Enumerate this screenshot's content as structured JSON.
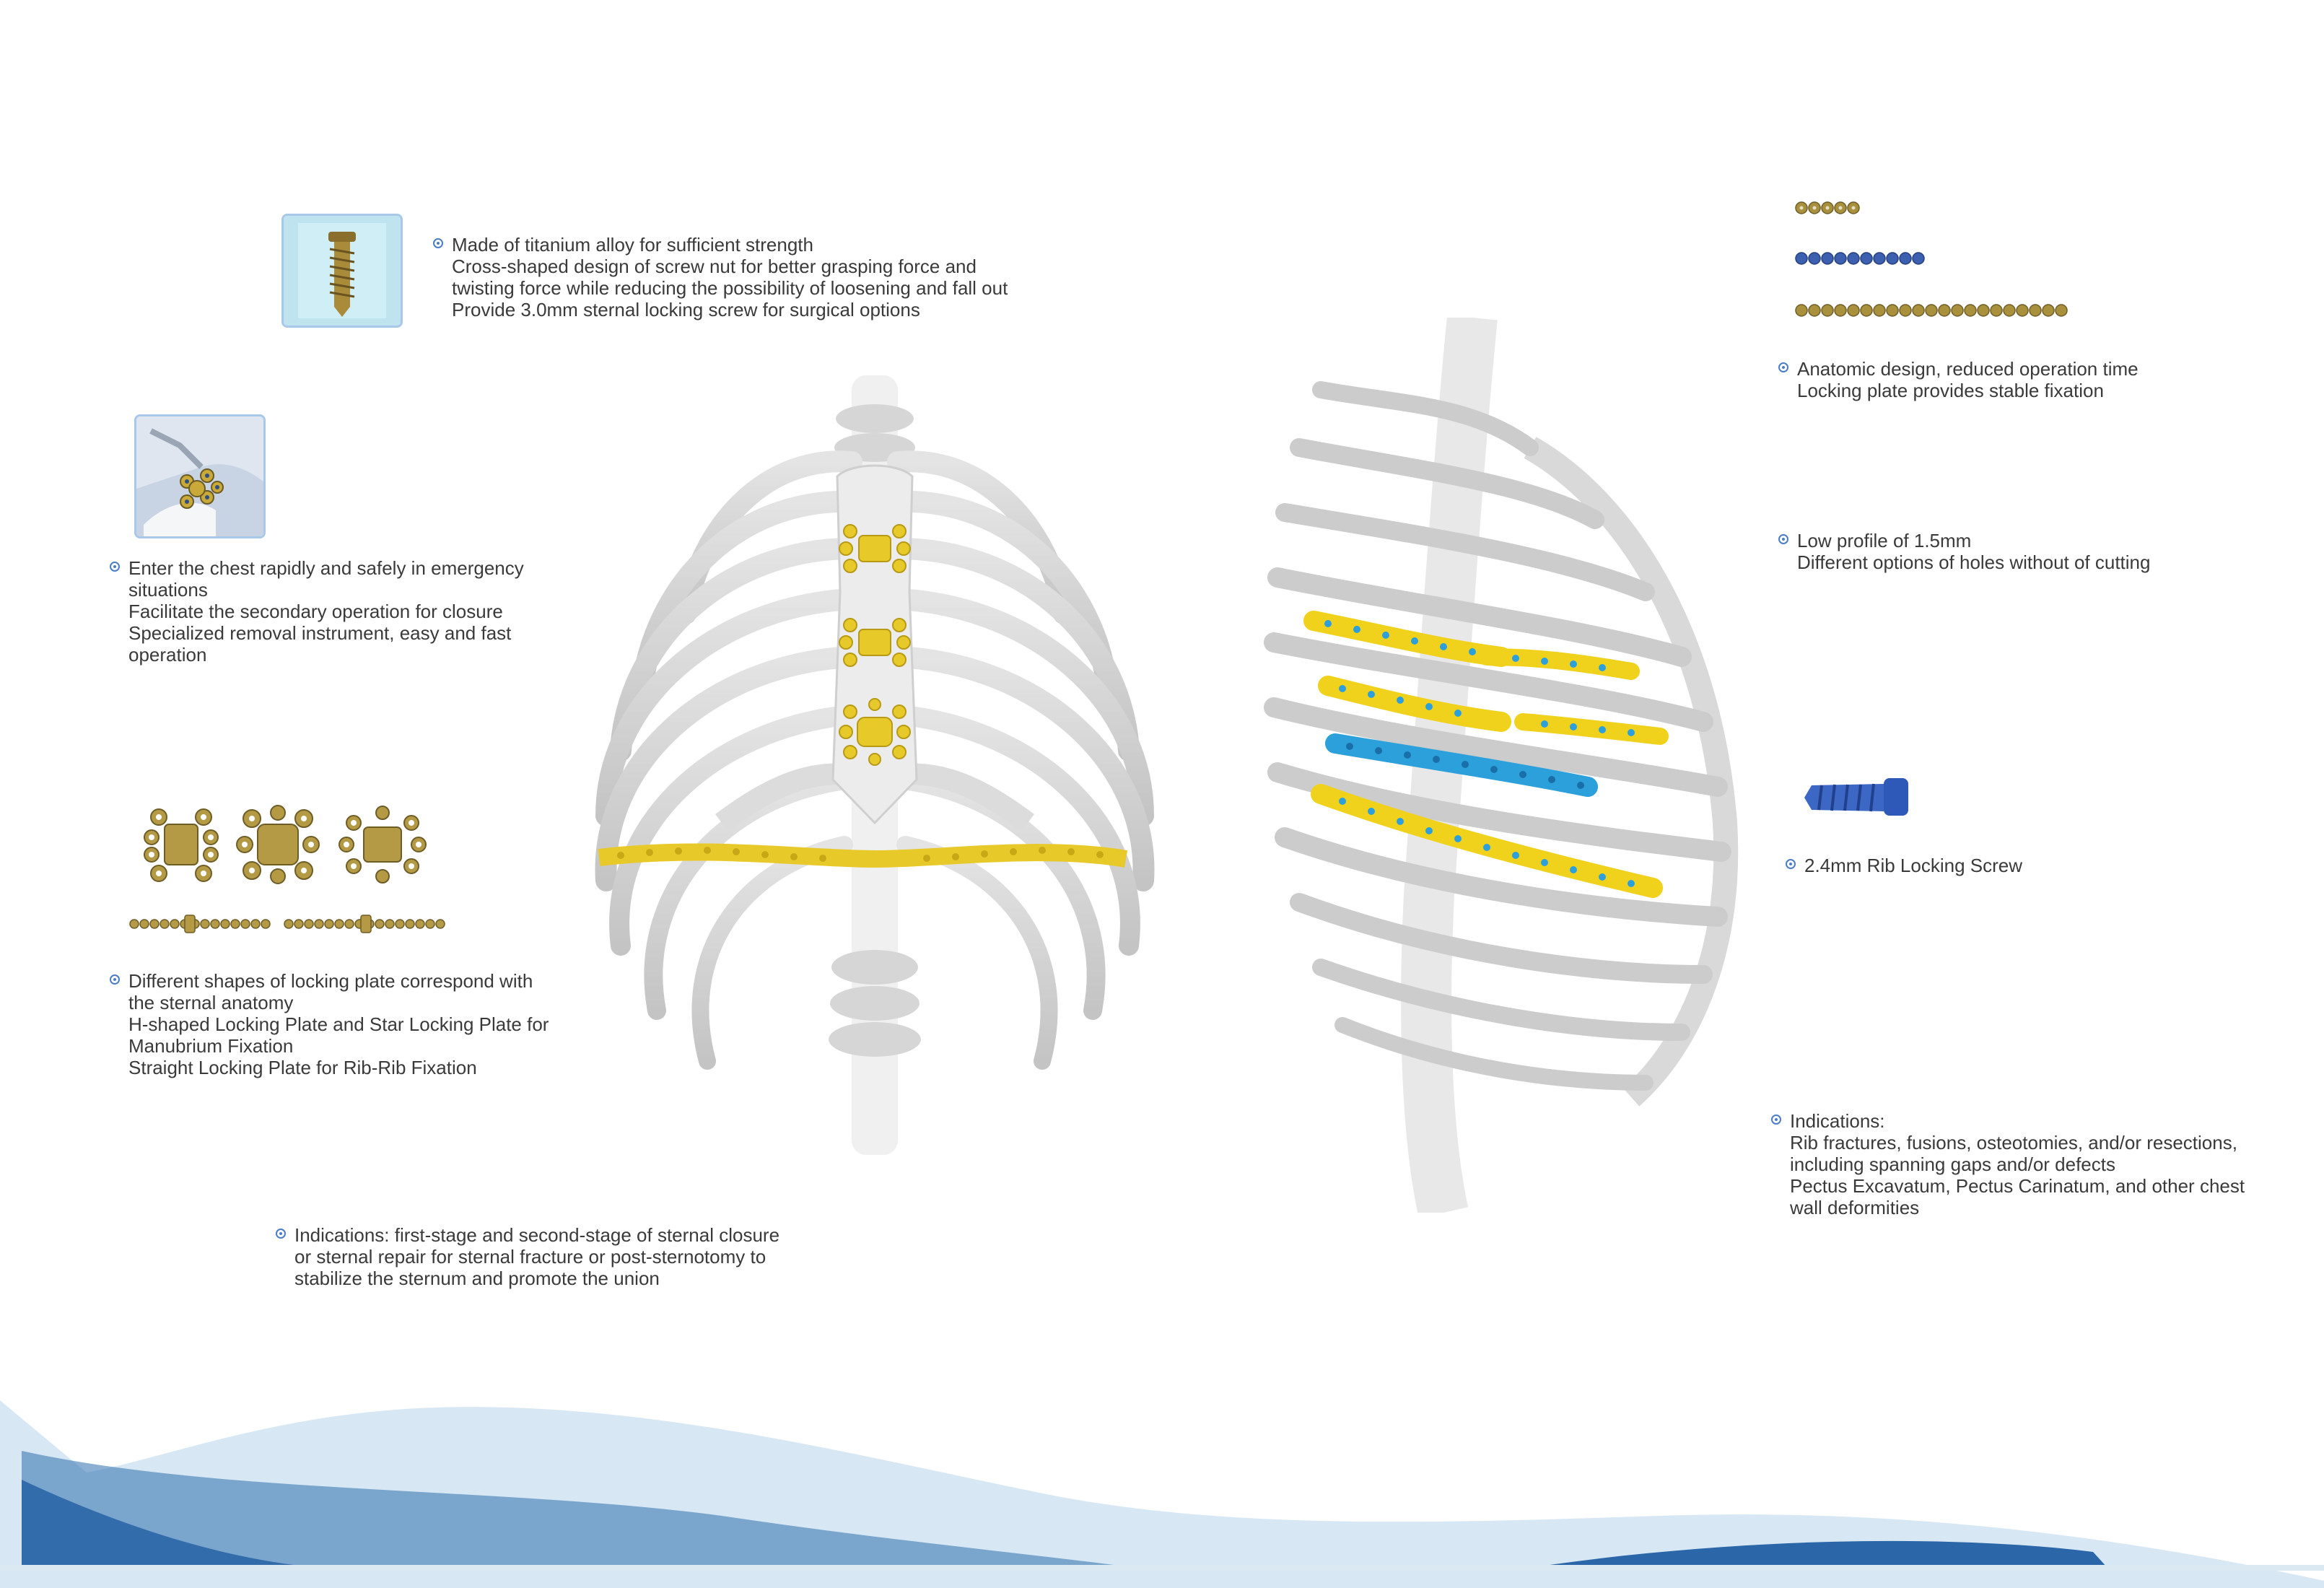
{
  "screw_block": {
    "lines": [
      "Made of titanium alloy for sufficient strength",
      "Cross-shaped design of screw nut for better grasping force and",
      "twisting force while reducing the possibility of loosening and fall out",
      "Provide 3.0mm sternal locking screw for surgical options"
    ]
  },
  "emergency_block": {
    "lines": [
      "Enter the chest rapidly and safely in emergency",
      "situations",
      "Facilitate the secondary operation for closure",
      "Specialized removal instrument, easy and fast",
      "operation"
    ]
  },
  "plates_block": {
    "lines": [
      "Different shapes of locking plate correspond with",
      "the sternal anatomy",
      "H-shaped Locking Plate and Star Locking Plate for",
      "Manubrium Fixation",
      "Straight Locking Plate for Rib-Rib Fixation"
    ]
  },
  "sternal_indications": {
    "lines": [
      "Indications: first-stage and second-stage of sternal closure",
      "or sternal repair for sternal fracture or post-sternotomy to",
      "stabilize the sternum and promote the union"
    ]
  },
  "anatomic_block": {
    "lines": [
      "Anatomic design, reduced operation time",
      "Locking plate provides stable fixation"
    ]
  },
  "profile_block": {
    "lines": [
      "Low profile of 1.5mm",
      "Different options of holes without of cutting"
    ]
  },
  "rib_screw_block": {
    "lines": [
      "2.4mm Rib Locking Screw"
    ]
  },
  "rib_indications": {
    "lines": [
      "Indications:",
      "Rib fractures, fusions, osteotomies, and/or resections,",
      "including spanning gaps and/or defects",
      "Pectus Excavatum, Pectus Carinatum, and other chest",
      "wall deformities"
    ]
  },
  "colors": {
    "accent": "#4a7ec9",
    "bone": "#d4d4d4",
    "gold_plate": "#e8c92a",
    "blue_plate": "#2f9fd9",
    "gold_product": "#a8903c",
    "blue_product": "#3d5fb0",
    "wave_dark": "#2e5d9c",
    "wave_light": "#d2e6f3"
  },
  "icons": {
    "bullet": "circle-dot-icon",
    "screw_thumb": "sternal-screw-image",
    "emergency_thumb": "sternal-plate-procedure-image",
    "rib_screw": "rib-locking-screw-image"
  }
}
